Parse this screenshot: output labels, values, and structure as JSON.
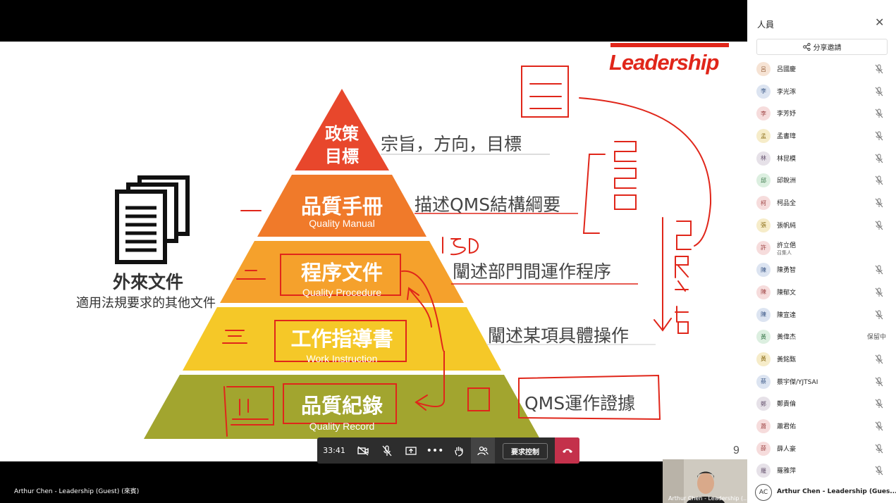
{
  "slide": {
    "logo": "Leadership",
    "page_number": "9",
    "pyramid": [
      {
        "title": "政策\n目標",
        "subtitle": "",
        "desc": "宗旨，方向，目標",
        "color": "#e8472c"
      },
      {
        "title": "品質手冊",
        "subtitle": "Quality Manual",
        "desc": "描述QMS結構綱要",
        "color": "#f07a2a"
      },
      {
        "title": "程序文件",
        "subtitle": "Quality Procedure",
        "desc": "闡述部門間運作程序",
        "color": "#f5a12c"
      },
      {
        "title": "工作指導書",
        "subtitle": "Work Instruction",
        "desc": "闡述某項具體操作",
        "color": "#f5c828"
      },
      {
        "title": "品質紀錄",
        "subtitle": "Quality Record",
        "desc": "QMS運作證據",
        "color": "#a2a52f"
      }
    ],
    "external_doc": {
      "title": "外來文件",
      "subtitle": "適用法規要求的其他文件"
    },
    "annotations": {
      "iso": "ISO"
    }
  },
  "controls": {
    "timer": "33:41",
    "request_control": "要求控制"
  },
  "presenter_label": "Arthur Chen - Leadership (Guest) (來賓)",
  "self_view_label": "Arthur Chen - Leadership (...",
  "panel": {
    "title": "人員",
    "share_label": "分享邀請",
    "people": [
      {
        "initial": "呂",
        "name": "呂國慶",
        "bg": "#f6e3d4",
        "fg": "#9b6540"
      },
      {
        "initial": "李",
        "name": "李光涿",
        "bg": "#dce4f1",
        "fg": "#3b5887"
      },
      {
        "initial": "李",
        "name": "李芳妤",
        "bg": "#f6dcdc",
        "fg": "#a04747"
      },
      {
        "initial": "孟",
        "name": "孟書瑋",
        "bg": "#f6ecc9",
        "fg": "#8a6b14"
      },
      {
        "initial": "林",
        "name": "林昆模",
        "bg": "#e6e1e8",
        "fg": "#6a5772"
      },
      {
        "initial": "邱",
        "name": "邱銳洲",
        "bg": "#dcefe0",
        "fg": "#3c7a4c"
      },
      {
        "initial": "柯",
        "name": "柯品全",
        "bg": "#f6dcdc",
        "fg": "#a04747"
      },
      {
        "initial": "張",
        "name": "張帆純",
        "bg": "#f6ecc9",
        "fg": "#8a6b14"
      },
      {
        "initial": "許",
        "name": "許立俋",
        "bg": "#f6dcdc",
        "fg": "#a04747",
        "role": "召集人",
        "no_mic": true
      },
      {
        "initial": "陳",
        "name": "陳勇智",
        "bg": "#dce4f1",
        "fg": "#3b5887"
      },
      {
        "initial": "陳",
        "name": "陳郁文",
        "bg": "#f6dcdc",
        "fg": "#a04747"
      },
      {
        "initial": "陳",
        "name": "陳宣達",
        "bg": "#dce4f1",
        "fg": "#3b5887"
      },
      {
        "initial": "黃",
        "name": "黃偉杰",
        "bg": "#dcefe0",
        "fg": "#3c7a4c",
        "state": "保留中",
        "no_mic": true
      },
      {
        "initial": "黃",
        "name": "黃銘甄",
        "bg": "#f6ecc9",
        "fg": "#8a6b14"
      },
      {
        "initial": "蔡",
        "name": "蔡宇傑/YJTSAI",
        "bg": "#dce4f1",
        "fg": "#3b5887"
      },
      {
        "initial": "鄭",
        "name": "鄭貴倫",
        "bg": "#e6e1e8",
        "fg": "#6a5772"
      },
      {
        "initial": "蕭",
        "name": "蕭君佑",
        "bg": "#f6dcdc",
        "fg": "#a04747"
      },
      {
        "initial": "薛",
        "name": "薛人豪",
        "bg": "#f6dcdc",
        "fg": "#a04747"
      },
      {
        "initial": "羅",
        "name": "羅雅萍",
        "bg": "#e6e1e8",
        "fg": "#6a5772"
      }
    ],
    "me": {
      "initial": "AC",
      "name": "Arthur Chen - Leadership (Gues..."
    }
  }
}
